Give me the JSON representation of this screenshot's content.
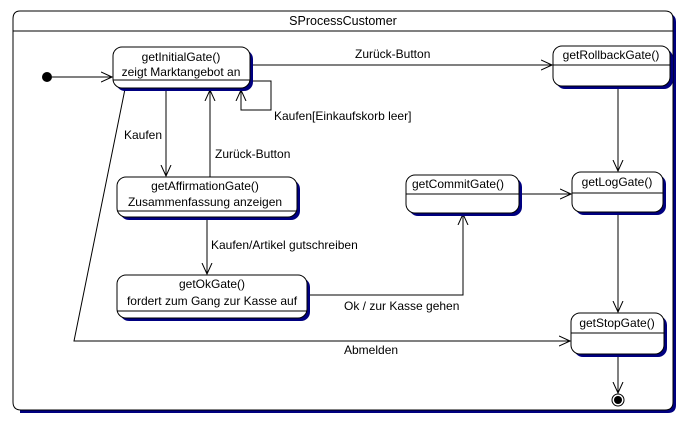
{
  "diagram": {
    "title": "SProcessCustomer",
    "type": "uml-state-machine",
    "colors": {
      "shadow": "#000080",
      "line": "#000000",
      "background": "#ffffff"
    },
    "states": {
      "initial_gate": {
        "name": "getInitialGate()",
        "activity": "zeigt Marktangebot an"
      },
      "affirmation_gate": {
        "name": "getAffirmationGate()",
        "activity": "Zusammenfassung anzeigen"
      },
      "ok_gate": {
        "name": "getOkGate()",
        "activity": "fordert zum Gang zur Kasse auf"
      },
      "commit_gate": {
        "name": "getCommitGate()",
        "activity": ""
      },
      "rollback_gate": {
        "name": "getRollbackGate()",
        "activity": ""
      },
      "log_gate": {
        "name": "getLogGate()",
        "activity": ""
      },
      "stop_gate": {
        "name": "getStopGate()",
        "activity": ""
      }
    },
    "transitions": {
      "initial_to_rollback": {
        "from": "getInitialGate()",
        "to": "getRollbackGate()",
        "label": "Zurück-Button"
      },
      "initial_self_loop": {
        "from": "getInitialGate()",
        "to": "getInitialGate()",
        "label": "Kaufen[Einkaufskorb leer]"
      },
      "initial_to_affirmation": {
        "from": "getInitialGate()",
        "to": "getAffirmationGate()",
        "label": "Kaufen"
      },
      "affirmation_to_initial": {
        "from": "getAffirmationGate()",
        "to": "getInitialGate()",
        "label": "Zurück-Button"
      },
      "affirmation_to_ok": {
        "from": "getAffirmationGate()",
        "to": "getOkGate()",
        "label": "Kaufen/Artikel gutschreiben"
      },
      "ok_to_commit": {
        "from": "getOkGate()",
        "to": "getCommitGate()",
        "label": "Ok / zur Kasse gehen"
      },
      "commit_to_log": {
        "from": "getCommitGate()",
        "to": "getLogGate()",
        "label": ""
      },
      "rollback_to_log": {
        "from": "getRollbackGate()",
        "to": "getLogGate()",
        "label": ""
      },
      "log_to_stop": {
        "from": "getLogGate()",
        "to": "getStopGate()",
        "label": ""
      },
      "initial_to_stop": {
        "from": "getInitialGate()",
        "to": "getStopGate()",
        "label": "Abmelden"
      },
      "start_to_initial": {
        "from": "initial-pseudostate",
        "to": "getInitialGate()",
        "label": ""
      },
      "stop_to_final": {
        "from": "getStopGate()",
        "to": "final-state",
        "label": ""
      }
    }
  }
}
